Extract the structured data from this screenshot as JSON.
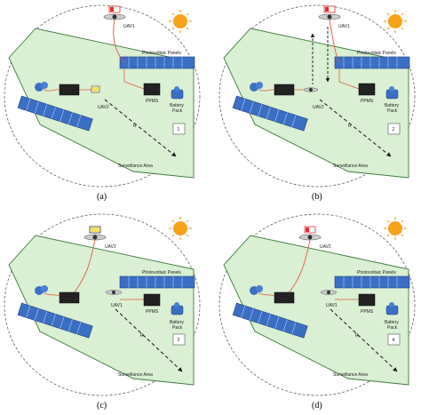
{
  "labels": {
    "photovoltaic_panels": "Photovoltaic Panels",
    "uav1": "UAV1",
    "uav2": "UAV2",
    "ppms": "PPMS",
    "battery": "Battery",
    "pack": "Pack",
    "radius": "R",
    "surveillance_area": "Surveillance Area"
  },
  "panels": [
    {
      "caption": "(a)",
      "step": "1"
    },
    {
      "caption": "(b)",
      "step": "2"
    },
    {
      "caption": "(c)",
      "step": "3"
    },
    {
      "caption": "(d)",
      "step": "4"
    }
  ],
  "colors": {
    "area_fill": "#d9f0d2",
    "area_stroke": "#3a7a3a",
    "sun": "#f7a21b",
    "panel_blue": "#3b6fc4",
    "cable": "#e05a3a",
    "battery_low": "#e03030",
    "battery_full": "#f5e05a"
  }
}
